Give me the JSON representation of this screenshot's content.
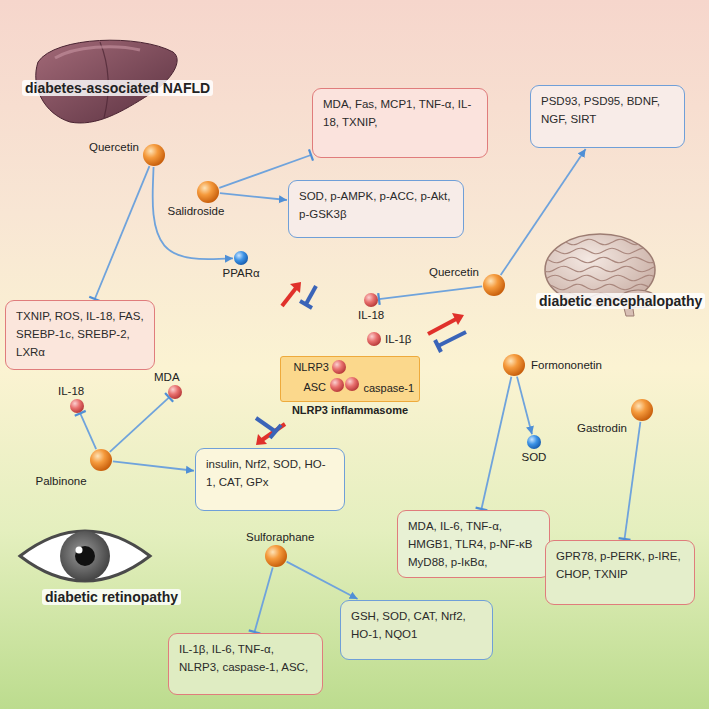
{
  "diagram": {
    "nodes": [
      {
        "text": [
          "MDA, Fas, MCP1, TNF-α, IL-18, TXNIP,"
        ]
      },
      {
        "text": [
          "PSD93, PSD95, BDNF, NGF, SIRT"
        ]
      },
      {
        "text": [
          "Quercetin"
        ]
      },
      {
        "text": [
          "Salidroside"
        ]
      },
      {
        "text": [
          "SOD, p-AMPK, p-ACC, p-Akt, p-GSK3β"
        ]
      },
      {
        "text": [
          "PPARα"
        ]
      },
      {
        "text": [
          "Quercetin"
        ]
      },
      {
        "text": [
          "IL-18"
        ]
      },
      {
        "text": [
          "TXNIP, ROS, IL-18, FAS, SREBP-1c, SREBP-2, LXRα"
        ]
      },
      {
        "text": [
          "IL-1β"
        ]
      },
      {
        "text": [
          "NLRP3 inflammasome"
        ]
      },
      {
        "text": [
          "NLRP3"
        ],
        "in": 10
      },
      {
        "text": [
          "ASC"
        ],
        "in": 10
      },
      {
        "text": [
          "caspase-1"
        ],
        "in": 10
      },
      {
        "text": [
          "Formononetin"
        ]
      },
      {
        "text": [
          "MDA"
        ]
      },
      {
        "text": [
          "IL-18"
        ]
      },
      {
        "text": [
          "Gastrodin"
        ]
      },
      {
        "text": [
          "SOD"
        ]
      },
      {
        "text": [
          "Palbinone"
        ]
      },
      {
        "text": [
          "insulin, Nrf2, SOD, HO-1, CAT, GPx"
        ]
      },
      {
        "text": [
          "MDA, IL-6, TNF-α, HMGB1, TLR4, p-NF-κB MyD88, p-IκBα,"
        ]
      },
      {
        "text": [
          "Sulforaphane"
        ]
      },
      {
        "text": [
          "GPR78, p-PERK, p-IRE, CHOP, TXNIP"
        ]
      },
      {
        "text": [
          "GSH, SOD, CAT, Nrf2, HO-1, NQO1"
        ]
      },
      {
        "text": [
          "IL-1β, IL-6, TNF-α, NLRP3, caspase-1, ASC,"
        ]
      }
    ],
    "edges": [
      {
        "from": 3,
        "to": 0,
        "arrow": "to"
      },
      {
        "from": 3,
        "to": 4,
        "arrow": "to"
      },
      {
        "from": 2,
        "to": 8,
        "arrow": "to"
      },
      {
        "from": 2,
        "to": 5,
        "arrow": "to"
      },
      {
        "from": 6,
        "to": 1,
        "arrow": "to"
      },
      {
        "from": 6,
        "to": 7,
        "arrow": "to"
      },
      {
        "from": 19,
        "to": 16,
        "arrow": "to"
      },
      {
        "from": 19,
        "to": 15,
        "arrow": "to"
      },
      {
        "from": 19,
        "to": 20,
        "arrow": "to"
      },
      {
        "from": 14,
        "to": 18,
        "arrow": "to"
      },
      {
        "from": 14,
        "to": 21,
        "arrow": "to"
      },
      {
        "from": 17,
        "to": 23,
        "arrow": "to"
      },
      {
        "from": 22,
        "to": 25,
        "arrow": "to"
      },
      {
        "from": 22,
        "to": 24,
        "arrow": "to"
      }
    ],
    "labels": [
      "diabetes-associated NAFLD",
      "diabetic encephalopathy",
      "diabetic retinopathy"
    ]
  }
}
